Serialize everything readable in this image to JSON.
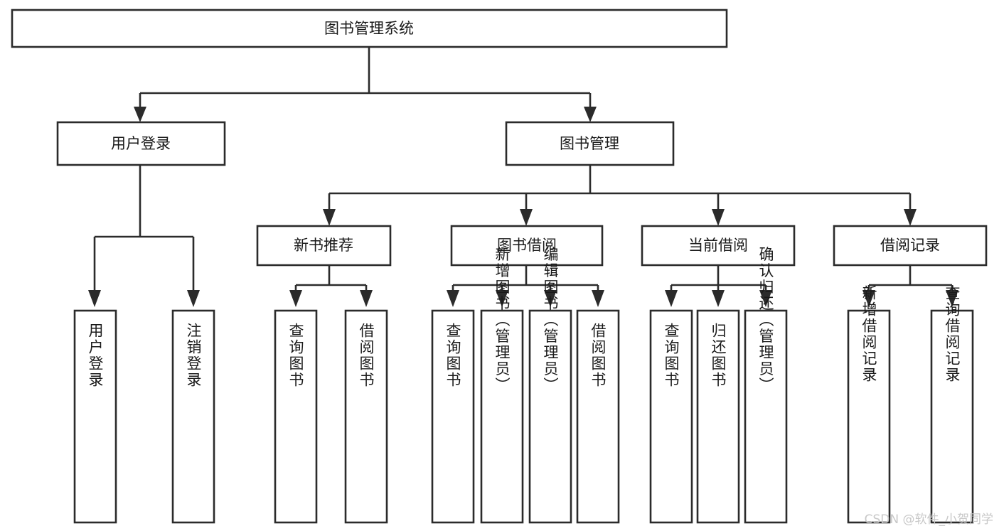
{
  "diagram": {
    "title": "图书管理系统",
    "type": "tree-hierarchy",
    "watermark": "CSDN @软件_小贺同学",
    "colors": {
      "stroke": "#2b2b2b",
      "fill": "#ffffff",
      "text": "#1a1a1a",
      "watermark": "#c8c8c8"
    },
    "levels": {
      "root": "图书管理系统",
      "level2": [
        "用户登录",
        "图书管理"
      ],
      "level3": [
        "新书推荐",
        "图书借阅",
        "当前借阅",
        "借阅记录"
      ],
      "level4_counts": [
        2,
        2,
        4,
        3,
        2
      ]
    },
    "nodes": {
      "root": {
        "label": "图书管理系统"
      },
      "user_login": {
        "label": "用户登录"
      },
      "book_manage": {
        "label": "图书管理"
      },
      "new_book_rec": {
        "label": "新书推荐"
      },
      "book_borrow": {
        "label": "图书借阅"
      },
      "current_borrow": {
        "label": "当前借阅"
      },
      "borrow_record": {
        "label": "借阅记录"
      },
      "leaf_user_login": {
        "label": "用户登录"
      },
      "leaf_logout": {
        "label": "注销登录"
      },
      "leaf_query_book_1": {
        "label": "查询图书"
      },
      "leaf_borrow_book_1": {
        "label": "借阅图书"
      },
      "leaf_query_book_2": {
        "label": "查询图书"
      },
      "leaf_add_book": {
        "label": "新增图书（管理员）"
      },
      "leaf_edit_book": {
        "label": "编辑图书（管理员）"
      },
      "leaf_borrow_book_2": {
        "label": "借阅图书"
      },
      "leaf_query_book_3": {
        "label": "查询图书"
      },
      "leaf_return_book": {
        "label": "归还图书"
      },
      "leaf_confirm_return": {
        "label": "确认归还（管理员）"
      },
      "leaf_add_record": {
        "label": "新增借阅记录"
      },
      "leaf_query_record": {
        "label": "查询借阅记录"
      }
    }
  }
}
